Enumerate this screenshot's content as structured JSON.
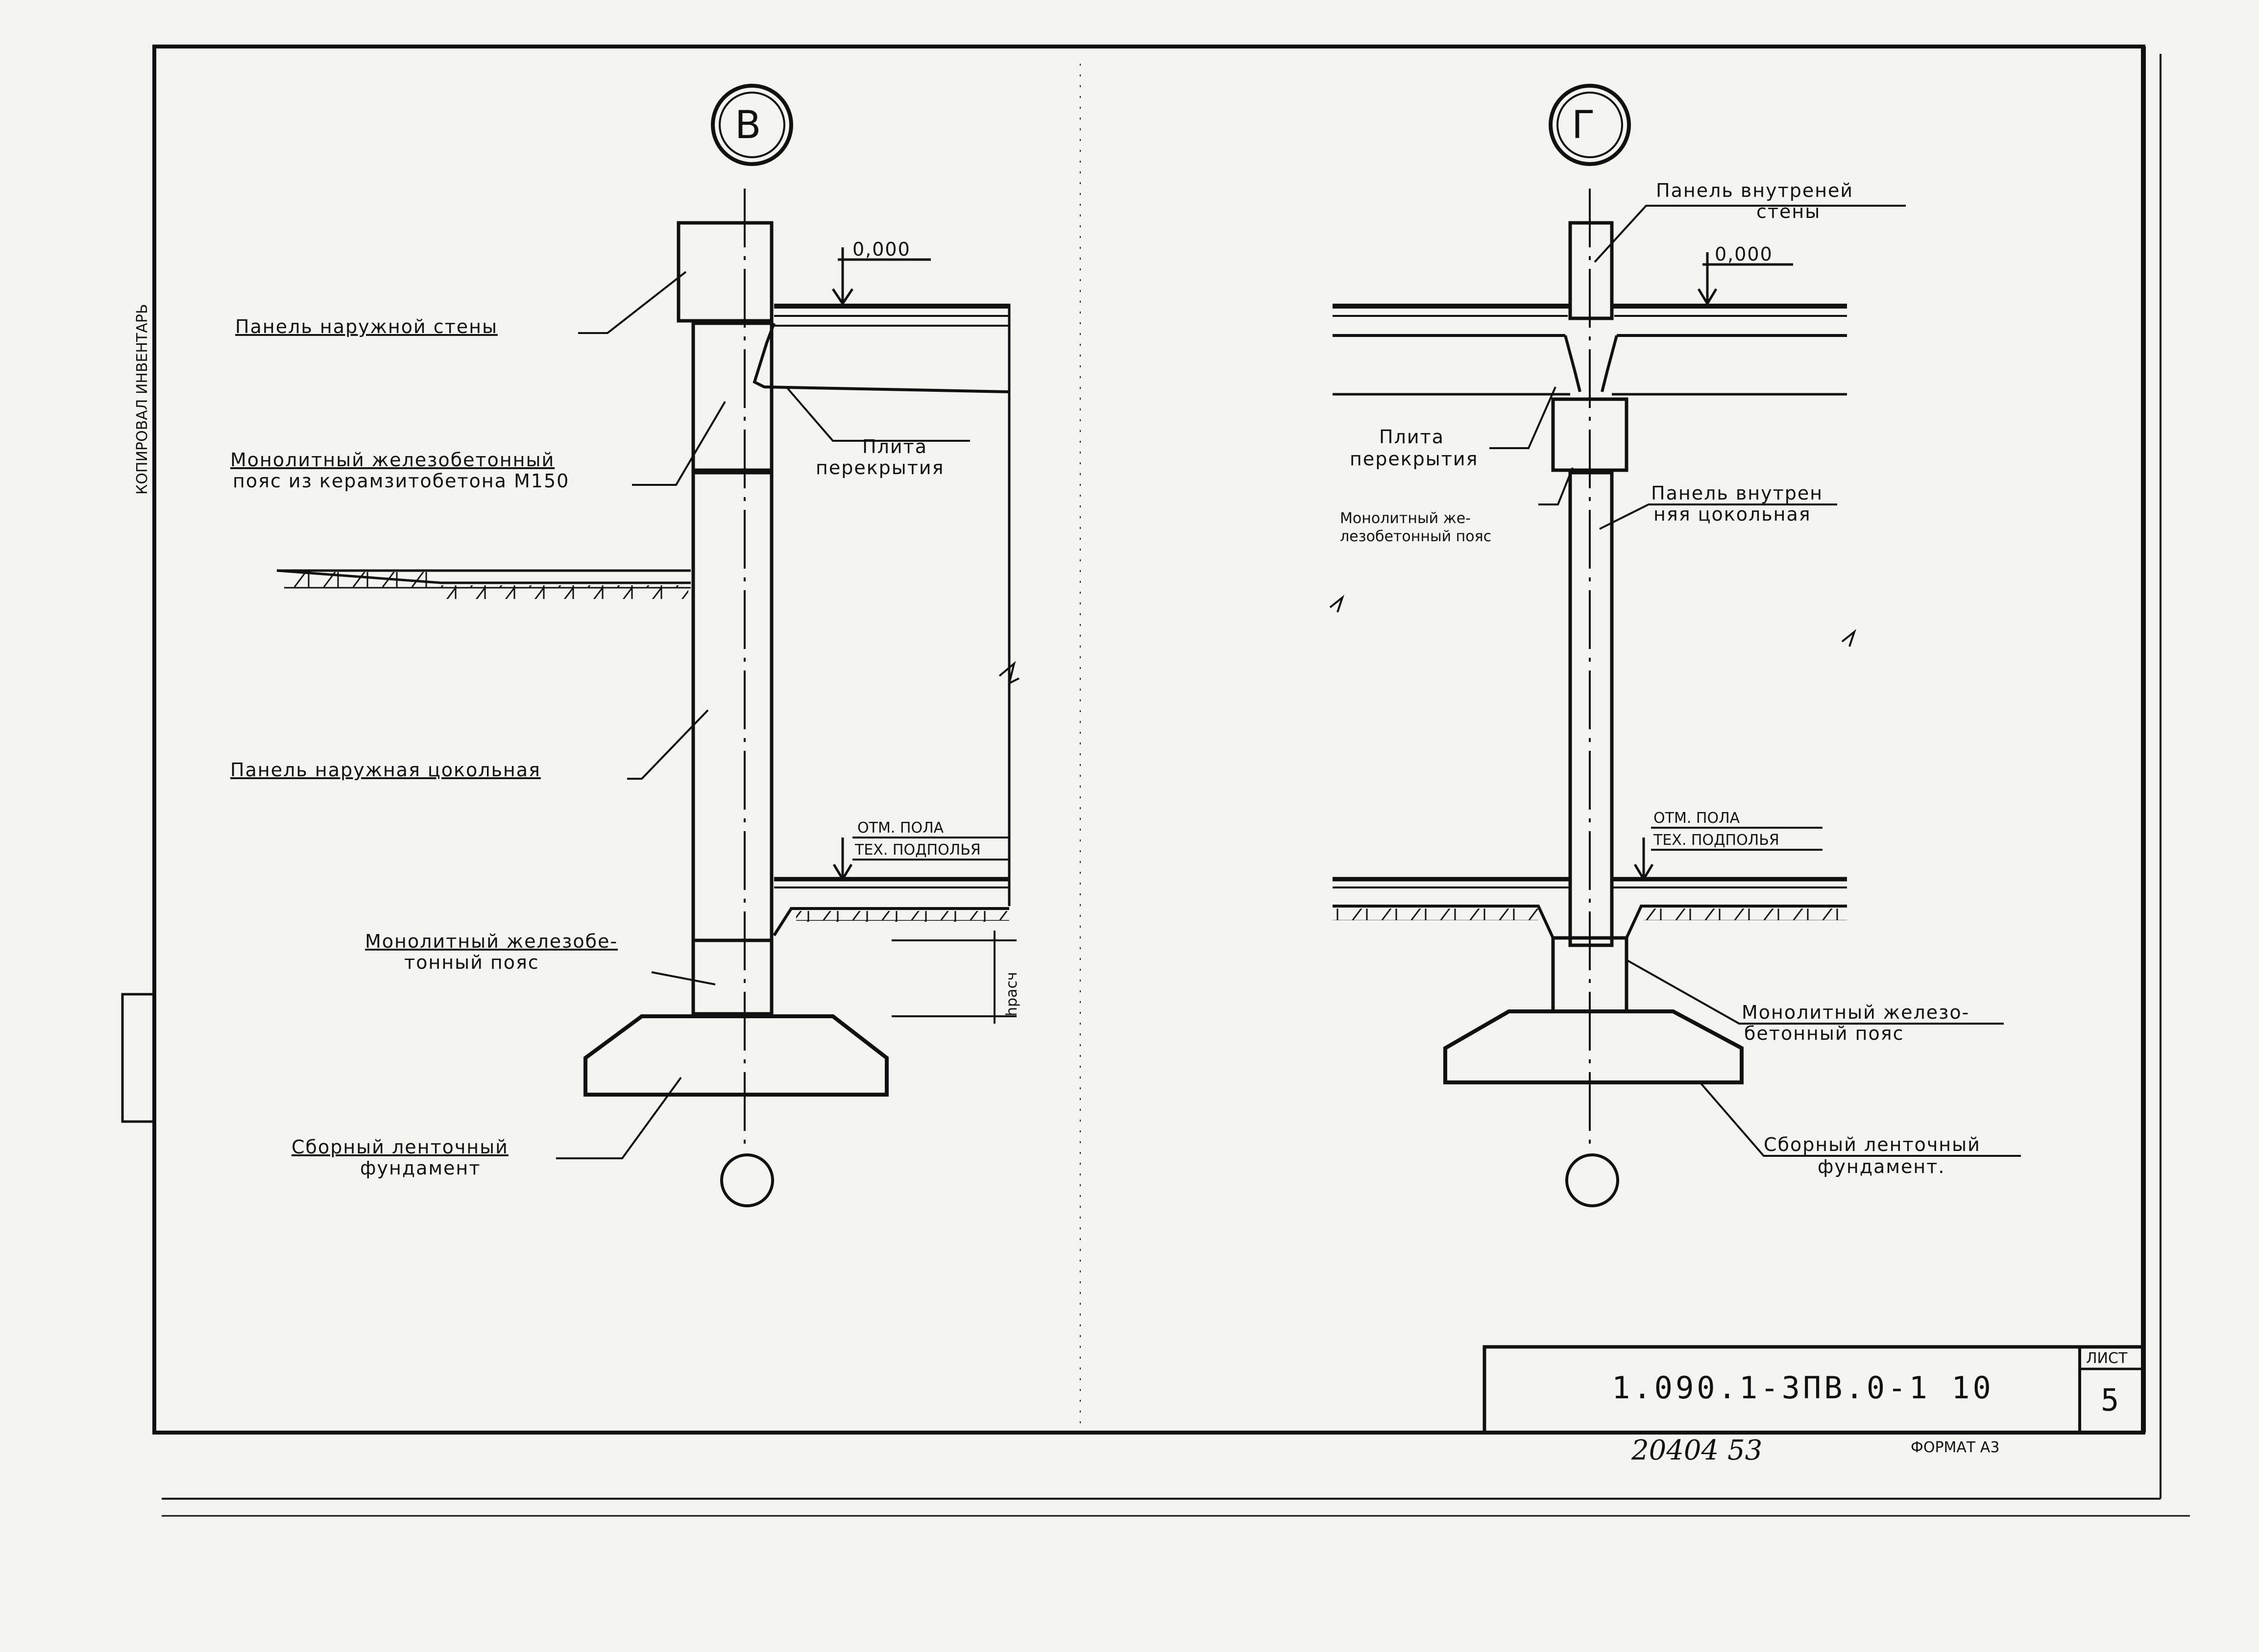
{
  "sheet": {
    "side_stamp": "КОПИРОВАЛ  ИНВЕНТАРЬ",
    "title_code": "1.090.1-3ПВ.0-1  10",
    "sheet_label": "ЛИСТ",
    "sheet_number": "5",
    "handwritten_number": "20404  53",
    "format": "ФОРМАТ А3"
  },
  "section_v": {
    "axis": "В",
    "level_zero": "0,000",
    "labels": {
      "outer_wall_panel": "Панель наружной стены",
      "belt_top_1": "Монолитный железобетонный",
      "belt_top_2": "пояс из керамзитобетона М150",
      "slab_1": "Плита",
      "slab_2": "перекрытия",
      "plinth_panel": "Панель наружная цокольная",
      "floor_1": "ОТМ. ПОЛА",
      "floor_2": "ТЕХ. ПОДПОЛЬЯ",
      "belt_bottom_1": "Монолитный железобе-",
      "belt_bottom_2": "тонный пояс",
      "h_calc": "hрасч",
      "foundation_1": "Сборный ленточный",
      "foundation_2": "фундамент"
    }
  },
  "section_g": {
    "axis": "Г",
    "level_zero": "0,000",
    "labels": {
      "inner_wall_1": "Панель внутреней",
      "inner_wall_2": "стены",
      "slab_1": "Плита",
      "slab_2": "перекрытия",
      "belt_top_1": "Монолитный же-",
      "belt_top_2": "лезобетонный пояс",
      "inner_plinth_1": "Панель внутрен",
      "inner_plinth_2": "няя цокольная",
      "floor_1": "ОТМ. ПОЛА",
      "floor_2": "ТЕХ. ПОДПОЛЬЯ",
      "belt_bottom_1": "Монолитный железо-",
      "belt_bottom_2": "бетонный пояс",
      "foundation_1": "Сборный ленточный",
      "foundation_2": "фундамент."
    }
  }
}
